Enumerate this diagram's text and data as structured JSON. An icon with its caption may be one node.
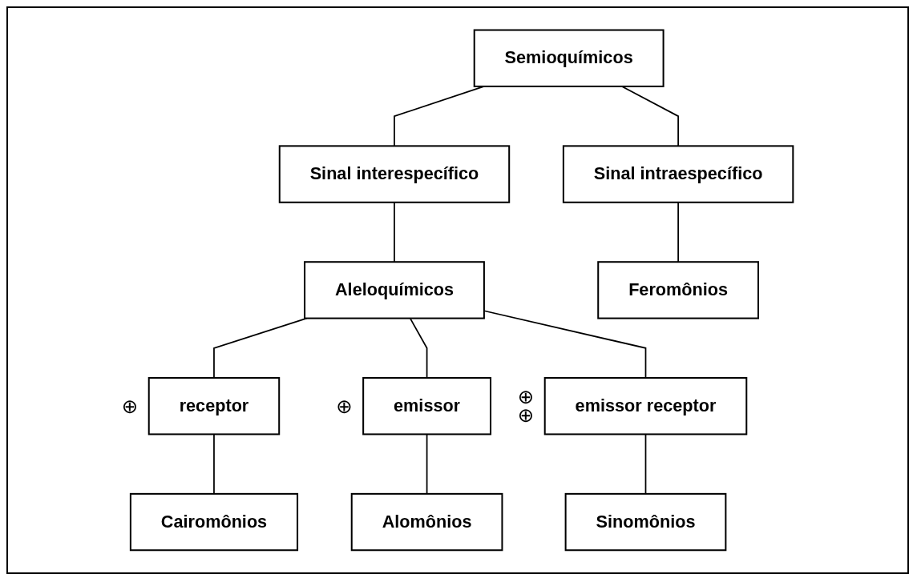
{
  "diagram": {
    "nodes": [
      {
        "text": [
          "Semioquímicos"
        ]
      },
      {
        "text": [
          "Sinal intraespecífico"
        ]
      },
      {
        "text": [
          "Sinal interespecífico"
        ]
      },
      {
        "text": [
          "Aleloquímicos"
        ]
      },
      {
        "text": [
          "receptor"
        ],
        "beside": [
          "⊕"
        ]
      },
      {
        "text": [
          "emissor"
        ],
        "beside": [
          "⊕"
        ]
      },
      {
        "text": [
          "emissor receptor"
        ],
        "beside": [
          "⊕",
          "⊕"
        ]
      },
      {
        "text": [
          "Feromônios"
        ]
      },
      {
        "text": [
          "Cairomônios"
        ]
      },
      {
        "text": [
          "Alomônios"
        ]
      },
      {
        "text": [
          "Sinomônios"
        ]
      }
    ],
    "edges": [
      {
        "from": 0,
        "to": 1,
        "arrow": "none"
      },
      {
        "from": 0,
        "to": 2,
        "arrow": "none"
      },
      {
        "from": 1,
        "to": 7,
        "arrow": "none"
      },
      {
        "from": 2,
        "to": 3,
        "arrow": "none"
      },
      {
        "from": 3,
        "to": 4,
        "arrow": "none"
      },
      {
        "from": 3,
        "to": 5,
        "arrow": "none"
      },
      {
        "from": 3,
        "to": 6,
        "arrow": "none"
      },
      {
        "from": 4,
        "to": 8,
        "arrow": "none"
      },
      {
        "from": 5,
        "to": 9,
        "arrow": "none"
      },
      {
        "from": 6,
        "to": 10,
        "arrow": "none"
      }
    ]
  }
}
